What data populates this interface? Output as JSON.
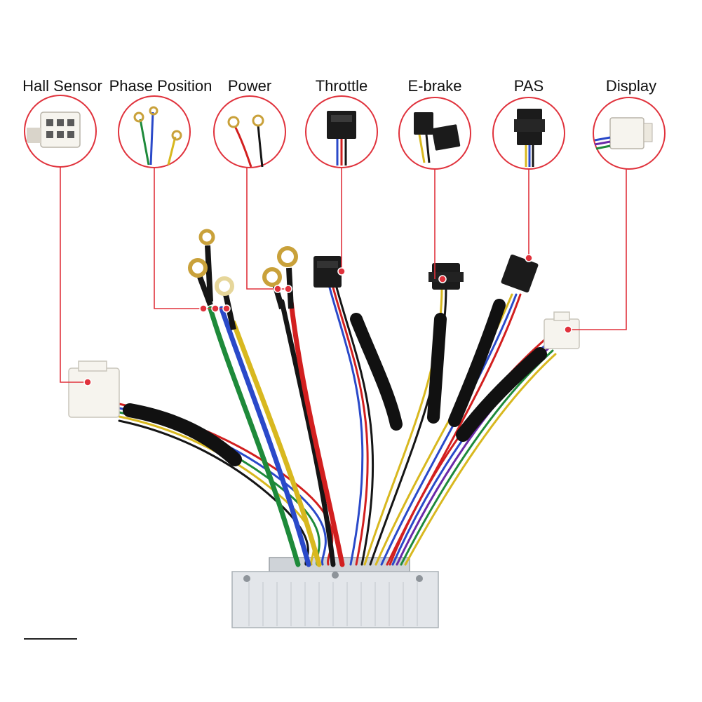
{
  "title": "",
  "colors": {
    "callout": "#e0323c",
    "heatshrink": "#111111",
    "red": "#d21f1f",
    "black": "#151515",
    "yellow": "#d8b81f",
    "green": "#1e8a3a",
    "blue": "#2a49c9",
    "purple": "#6a2aa8",
    "housing": "#dcdfe3",
    "connector_white": "#f6f4ee",
    "connector_black": "#1b1b1b",
    "ring_terminal": "#c9a13a"
  },
  "connectors": [
    {
      "id": "hall",
      "label": "Hall Sensor",
      "icon": "white-6pin-connector-icon"
    },
    {
      "id": "phase",
      "label": "Phase Position",
      "icon": "ring-terminals-icon"
    },
    {
      "id": "power",
      "label": "Power",
      "icon": "ring-terminals-icon"
    },
    {
      "id": "throttle",
      "label": "Throttle",
      "icon": "black-3pin-connector-icon"
    },
    {
      "id": "ebrake",
      "label": "E-brake",
      "icon": "black-2pin-connector-icon"
    },
    {
      "id": "pas",
      "label": "PAS",
      "icon": "black-3pin-connector-icon"
    },
    {
      "id": "display",
      "label": "Display",
      "icon": "white-5pin-connector-icon"
    }
  ]
}
